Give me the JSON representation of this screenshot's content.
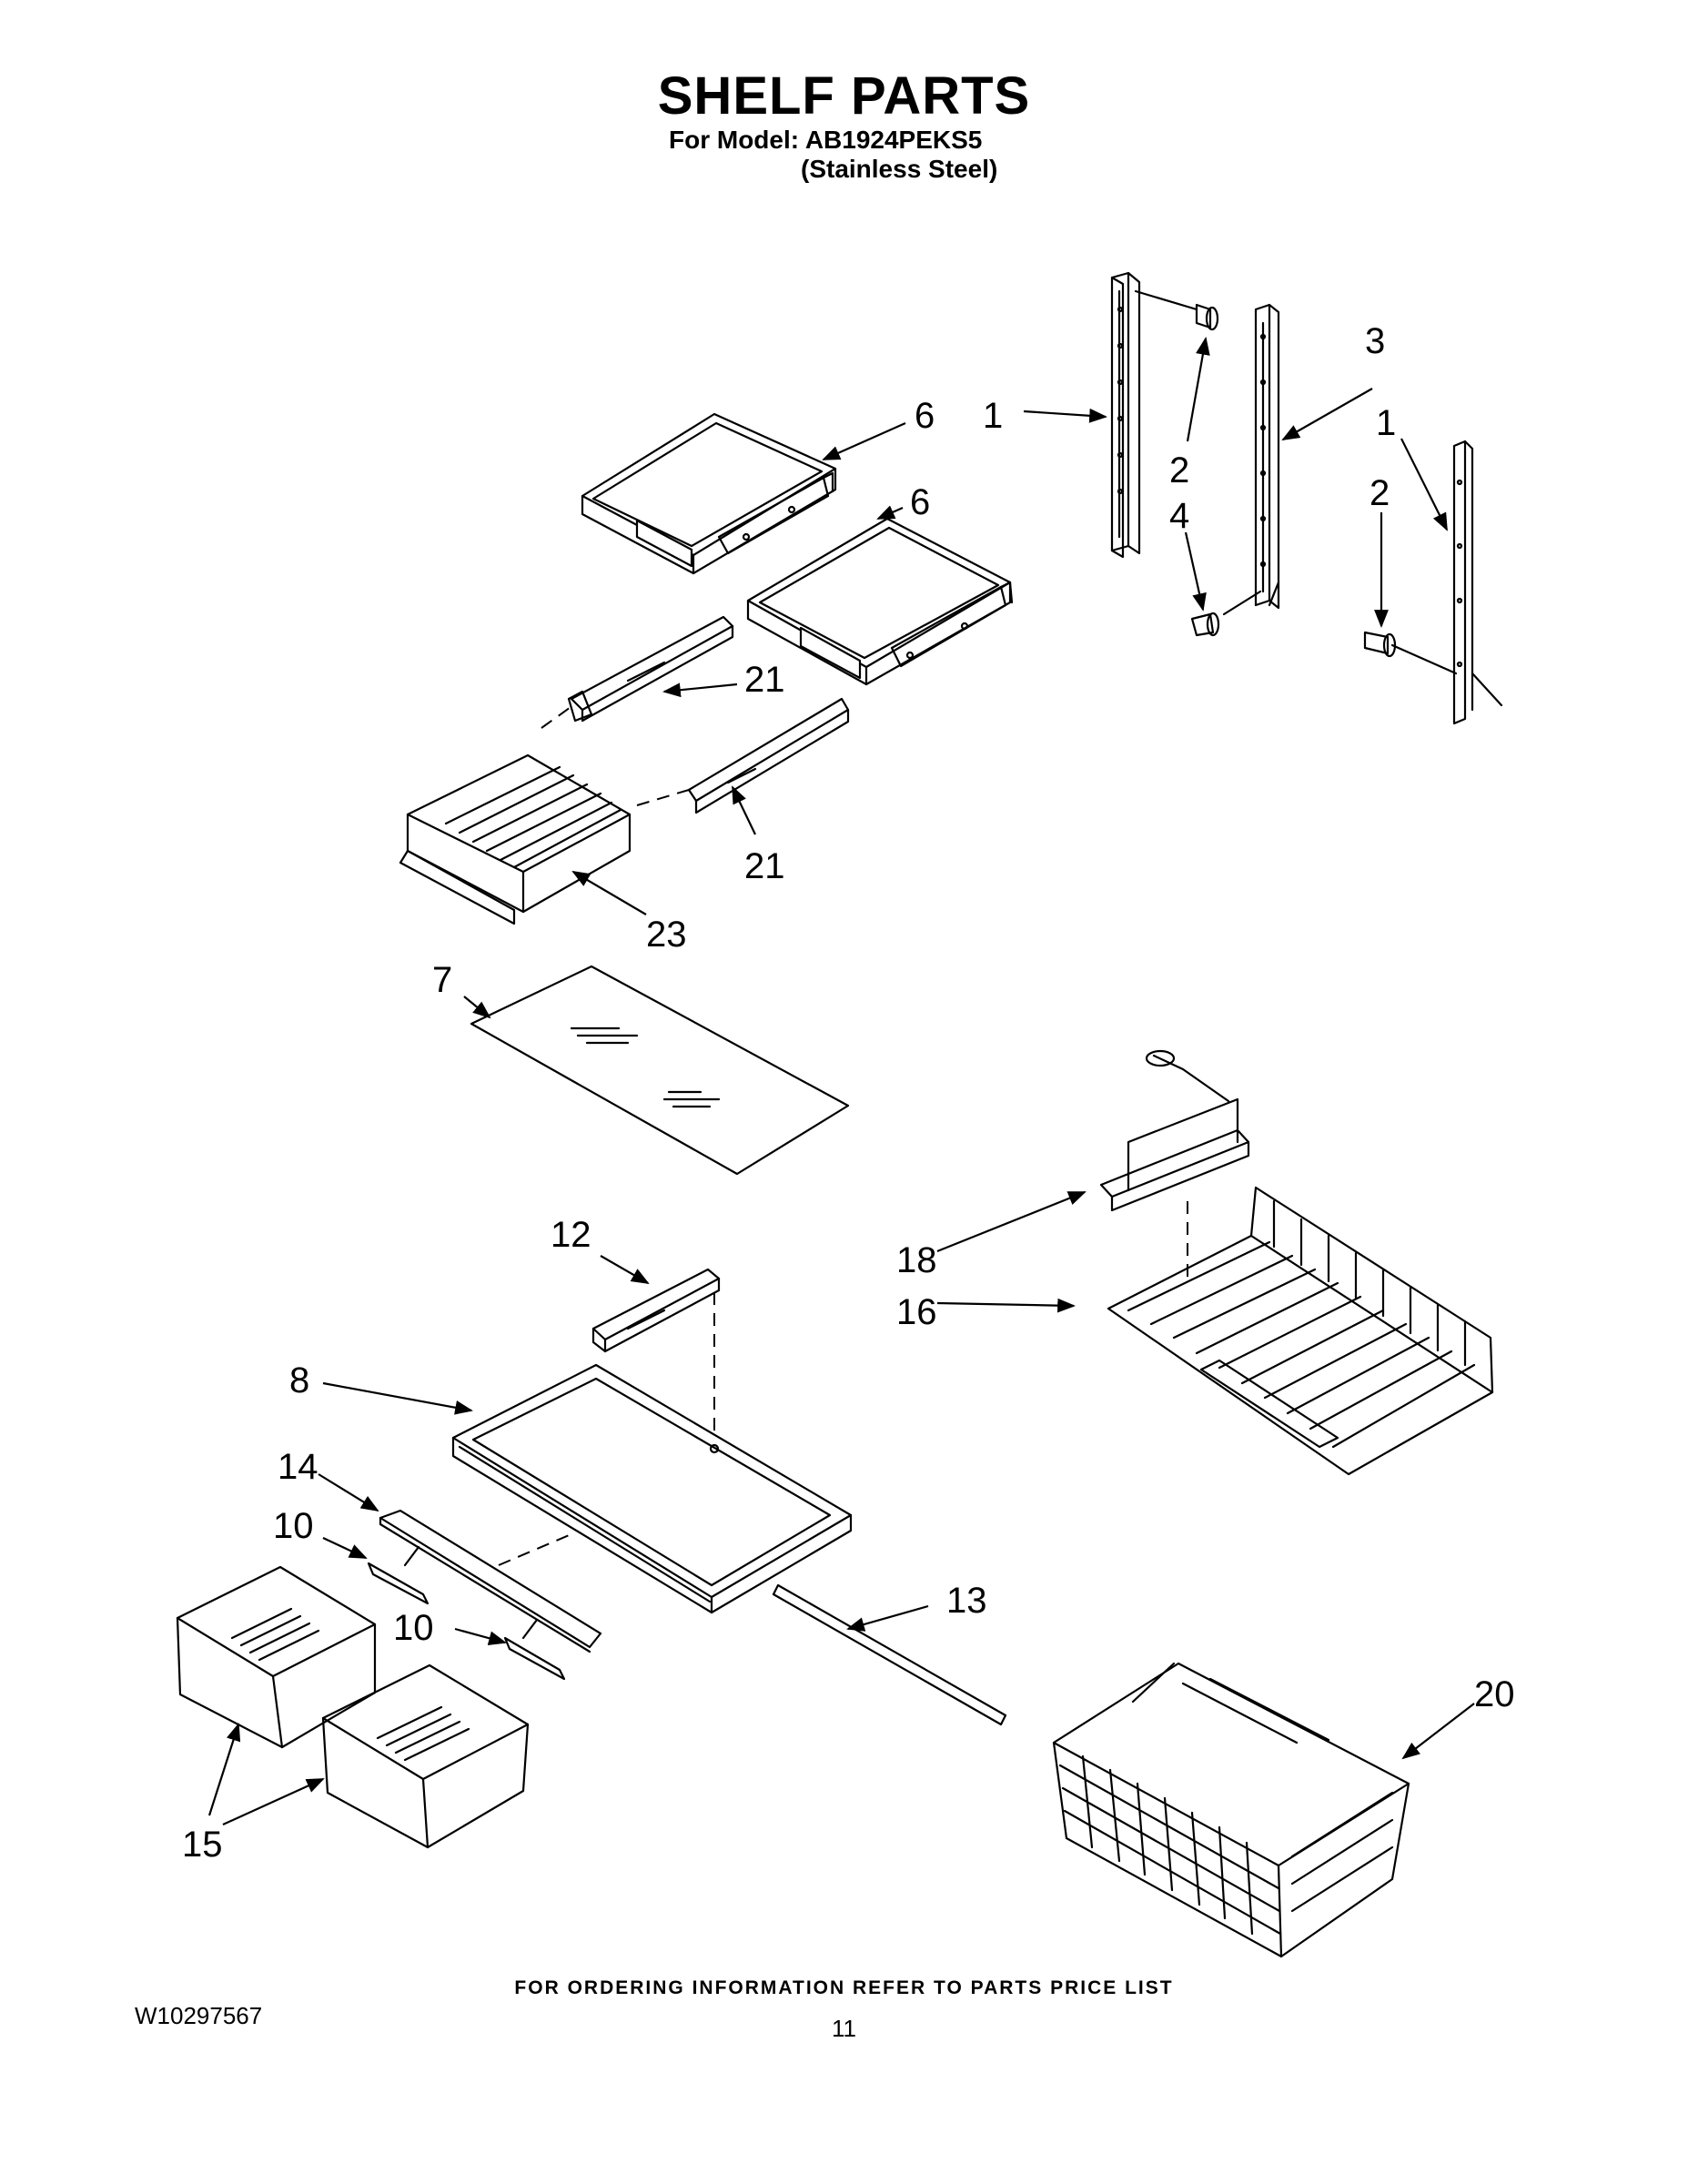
{
  "header": {
    "title": "SHELF PARTS",
    "model_line": "For Model: AB1924PEKS5",
    "model_sub": "(Stainless Steel)"
  },
  "callouts": {
    "c6a": "6",
    "c6b": "6",
    "c1a": "1",
    "c1b": "1",
    "c2a": "2",
    "c4": "4",
    "c2b": "2",
    "c3": "3",
    "c21a": "21",
    "c21b": "21",
    "c23": "23",
    "c7": "7",
    "c12": "12",
    "c8": "8",
    "c18": "18",
    "c16": "16",
    "c14": "14",
    "c10a": "10",
    "c10b": "10",
    "c13": "13",
    "c20": "20",
    "c15": "15"
  },
  "footer": {
    "note": "FOR ORDERING INFORMATION REFER TO PARTS PRICE LIST",
    "doc_id": "W10297567",
    "page": "11"
  }
}
